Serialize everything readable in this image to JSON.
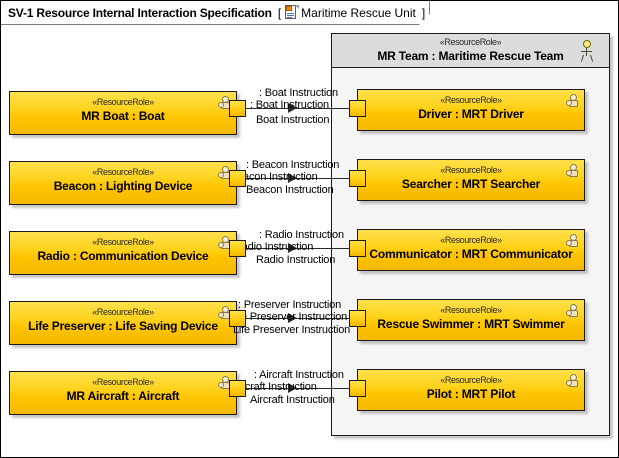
{
  "diagram": {
    "title": "SV-1 Resource Internal Interaction Specification",
    "bracket_open": "[",
    "bracket_close": "]",
    "context_name": "Maritime Rescue Unit",
    "icon": "diagram-document-icon",
    "stereotype": "«ResourceRole»"
  },
  "container": {
    "stereotype": "«ResourceRole»",
    "name": "MR Team : Maritime Rescue Team",
    "actor_icon": "actor-stick-figure-icon"
  },
  "left_blocks": [
    {
      "stereotype": "«ResourceRole»",
      "name": "MR Boat : Boat",
      "icon": "role-person-icon"
    },
    {
      "stereotype": "«ResourceRole»",
      "name": "Beacon : Lighting Device",
      "icon": "role-person-icon"
    },
    {
      "stereotype": "«ResourceRole»",
      "name": "Radio : Communication Device",
      "icon": "role-person-icon"
    },
    {
      "stereotype": "«ResourceRole»",
      "name": "Life Preserver : Life Saving Device",
      "icon": "role-person-icon"
    },
    {
      "stereotype": "«ResourceRole»",
      "name": "MR Aircraft : Aircraft",
      "icon": "role-person-icon"
    }
  ],
  "right_blocks": [
    {
      "stereotype": "«ResourceRole»",
      "name": "Driver : MRT Driver",
      "icon": "role-person-icon"
    },
    {
      "stereotype": "«ResourceRole»",
      "name": "Searcher : MRT Searcher",
      "icon": "role-person-icon"
    },
    {
      "stereotype": "«ResourceRole»",
      "name": "Communicator : MRT Communicator",
      "icon": "role-person-icon"
    },
    {
      "stereotype": "«ResourceRole»",
      "name": "Rescue Swimmer : MRT Swimmer",
      "icon": "role-person-icon"
    },
    {
      "stereotype": "«ResourceRole»",
      "name": "Pilot : MRT Pilot",
      "icon": "role-person-icon"
    }
  ],
  "connectors": [
    {
      "source": "MR Boat : Boat",
      "target": "Driver : MRT Driver",
      "label_top": ": Boat Instruction",
      "label_mid": ": Boat Instruction",
      "label_bottom": "Boat Instruction"
    },
    {
      "source": "Beacon : Lighting Device",
      "target": "Searcher : MRT Searcher",
      "label_top": ": Beacon Instruction",
      "label_mid": "Beacon Instruction",
      "label_bottom": "Beacon Instruction"
    },
    {
      "source": "Radio : Communication Device",
      "target": "Communicator : MRT Communicator",
      "label_top": ": Radio Instruction",
      "label_mid": "Radio Instruction",
      "label_bottom": "Radio Instruction"
    },
    {
      "source": "Life Preserver : Life Saving Device",
      "target": "Rescue Swimmer : MRT Swimmer",
      "label_top": ": Preserver Instruction",
      "label_mid": "Life Preserver Instruction",
      "label_bottom": "Life Preserver Instruction"
    },
    {
      "source": "MR Aircraft : Aircraft",
      "target": "Pilot : MRT Pilot",
      "label_top": ": Aircraft Instruction",
      "label_mid": "Aircraft Instruction",
      "label_bottom": "Aircraft Instruction"
    }
  ],
  "colors": {
    "block_fill": "#ffd21a",
    "block_border": "#1a1a1a",
    "container_fill": "#f5f5f5",
    "container_header": "#dcdcdc",
    "connector": "#2a2a2a"
  }
}
